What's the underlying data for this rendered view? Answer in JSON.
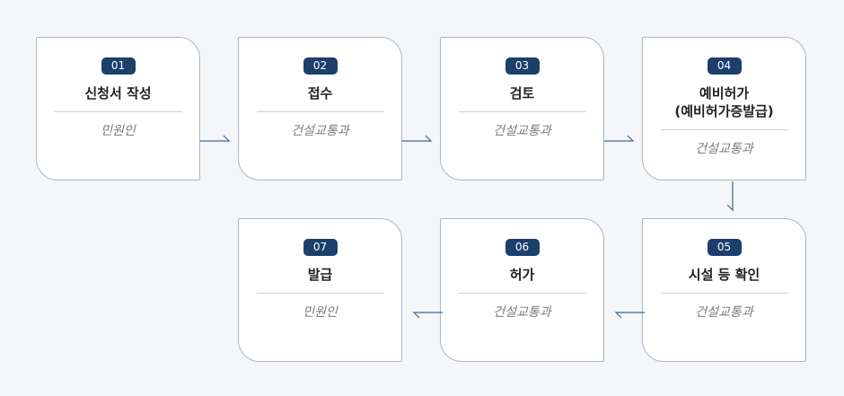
{
  "steps": [
    {
      "num": "01",
      "title": "신청서 작성",
      "dept": "민원인"
    },
    {
      "num": "02",
      "title": "접수",
      "dept": "건설교통과"
    },
    {
      "num": "03",
      "title": "검토",
      "dept": "건설교통과"
    },
    {
      "num": "04",
      "title_line1": "예비허가",
      "title_line2": "(예비허가증발급)",
      "dept": "건설교통과"
    },
    {
      "num": "05",
      "title": "시설 등 확인",
      "dept": "건설교통과"
    },
    {
      "num": "06",
      "title": "허가",
      "dept": "건설교통과"
    },
    {
      "num": "07",
      "title": "발급",
      "dept": "민원인"
    }
  ],
  "colors": {
    "badge": "#1c3f6b",
    "border": "#a9b6c6",
    "arrow": "#3e6891"
  }
}
